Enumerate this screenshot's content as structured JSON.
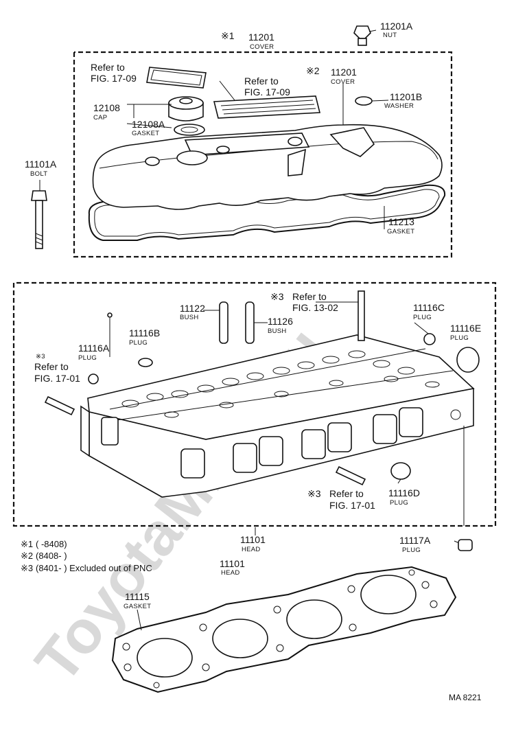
{
  "watermark": "ToyotaMiner.ru",
  "parts": {
    "cover_1": {
      "num": "11201",
      "name": "COVER",
      "mark": "※1"
    },
    "cover_2": {
      "num": "11201",
      "name": "COVER",
      "mark": "※2"
    },
    "nut": {
      "num": "11201A",
      "name": "NUT"
    },
    "washer": {
      "num": "11201B",
      "name": "WASHER"
    },
    "cap": {
      "num": "12108",
      "name": "CAP"
    },
    "cap_gasket": {
      "num": "12108A",
      "name": "GASKET"
    },
    "bolt": {
      "num": "11101A",
      "name": "BOLT"
    },
    "cover_gasket": {
      "num": "11213",
      "name": "GASKET"
    },
    "bush_1": {
      "num": "11122",
      "name": "BUSH"
    },
    "bush_2": {
      "num": "11126",
      "name": "BUSH"
    },
    "plug_c": {
      "num": "11116C",
      "name": "PLUG"
    },
    "plug_e": {
      "num": "11116E",
      "name": "PLUG"
    },
    "plug_b": {
      "num": "11116B",
      "name": "PLUG"
    },
    "plug_a": {
      "num": "11116A",
      "name": "PLUG"
    },
    "plug_d": {
      "num": "11116D",
      "name": "PLUG"
    },
    "head": {
      "num": "11101",
      "name": "HEAD"
    },
    "plug_117a": {
      "num": "11117A",
      "name": "PLUG"
    },
    "head_gasket": {
      "num": "11115",
      "name": "GASKET"
    }
  },
  "refs": {
    "ref_1709_a": {
      "line1": "Refer to",
      "line2": "FIG. 17-09"
    },
    "ref_1709_b": {
      "line1": "Refer to",
      "line2": "FIG. 17-09"
    },
    "ref_1302": {
      "mark": "※3",
      "line1": "Refer to",
      "line2": "FIG. 13-02"
    },
    "ref_1701_a": {
      "mark": "※3",
      "line1": "Refer to",
      "line2": "FIG. 17-01"
    },
    "ref_1701_b": {
      "mark": "※3",
      "line1": "Refer to",
      "line2": "FIG. 17-01"
    }
  },
  "notes": {
    "n1_mark": "※1",
    "n1_text": "(      -8408)",
    "n2_mark": "※2",
    "n2_text": "(8408-         )",
    "n3_mark": "※3",
    "n3_text": "(8401-         ) Excluded out of PNC",
    "n3_pnc": "11101",
    "n3_pnc_name": "HEAD"
  },
  "figure_code": "MA  8221"
}
